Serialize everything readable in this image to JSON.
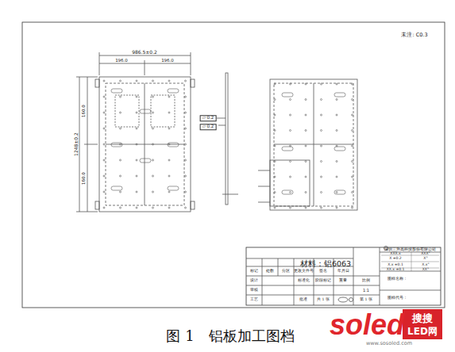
{
  "diagram": {
    "caption": "图 1　铝板加工图档",
    "labels": [
      "未注: C0.3",
      "986.5±0.2",
      "196.0",
      "196.0",
      "1248±0.2",
      "160.0",
      "160.0",
      "▱ 0.2",
      "▱ 0.2",
      "材料：铝6063",
      "深圳三升高科技股份有限公司",
      "X ±0.2",
      "X°",
      "X.x ±0.1",
      "X.x°",
      "XX.x ±0.1",
      "XX°",
      "XXX.x",
      "XXX°",
      "标记",
      "处数",
      "分区",
      "更改文件号",
      "签名",
      "年月日",
      "设计",
      "标准化",
      "阶段标记",
      "重量",
      "比例",
      "审核",
      "1:1",
      "工艺",
      "批准",
      "共 1 张",
      "第 1 张",
      "图样名称：",
      "图样代号：",
      "soled",
      "搜搜",
      "LED网",
      "www.sosoled.com"
    ]
  }
}
